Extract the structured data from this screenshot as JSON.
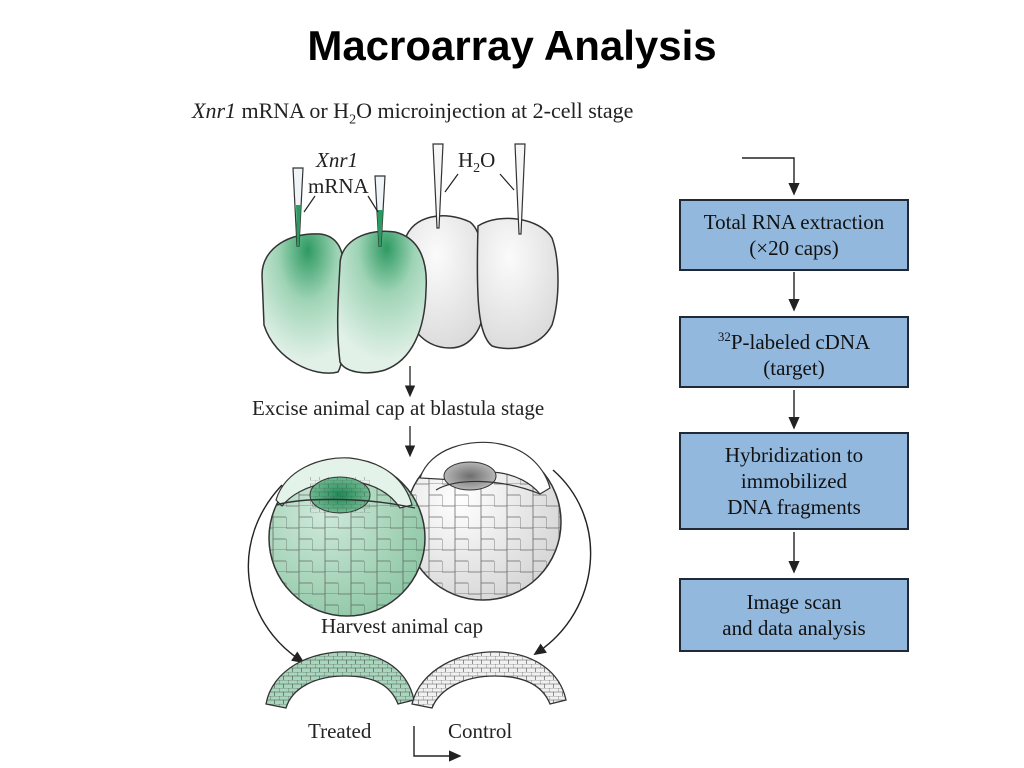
{
  "title": "Macroarray Analysis",
  "subtitle": {
    "gene": "Xnr1",
    "text_a": " mRNA or H",
    "sub": "2",
    "text_b": "O microinjection at 2-cell stage"
  },
  "injection": {
    "xnr1_gene": "Xnr1",
    "xnr1_mrna": "mRNA",
    "water_h": "H",
    "water_sub": "2",
    "water_o": "O"
  },
  "steps": {
    "excise": "Excise animal cap at blastula stage",
    "harvest": "Harvest animal cap",
    "treated": "Treated",
    "control": "Control"
  },
  "flow": {
    "box1": [
      "Total RNA extraction",
      "(×20 caps)"
    ],
    "box2_sup": "32",
    "box2_line1": "P-labeled cDNA",
    "box2_line2": "(target)",
    "box3": [
      "Hybridization to",
      "immobilized",
      "DNA fragments"
    ],
    "box4": [
      "Image scan",
      "and data analysis"
    ]
  },
  "colors": {
    "box_fill": "#92b8dd",
    "treated_green": "#2e9a62",
    "embryo_green_light": "#d6ede0",
    "control_gray": "#f0f0f0"
  }
}
